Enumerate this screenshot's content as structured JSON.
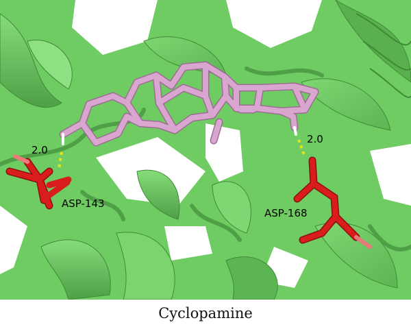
{
  "caption": "Cyclopamine",
  "labels": {
    "dist_left": "2.0",
    "dist_right": "2.0",
    "residue_left": "ASP-143",
    "residue_right": "ASP-168"
  },
  "colors": {
    "protein": "#6ccb5f",
    "protein_dark": "#4f9f46",
    "ligand": "#d9a6cf",
    "ligand_dark": "#b784ad",
    "residue": "#d91c1c",
    "hbond": "#e8e21a"
  }
}
